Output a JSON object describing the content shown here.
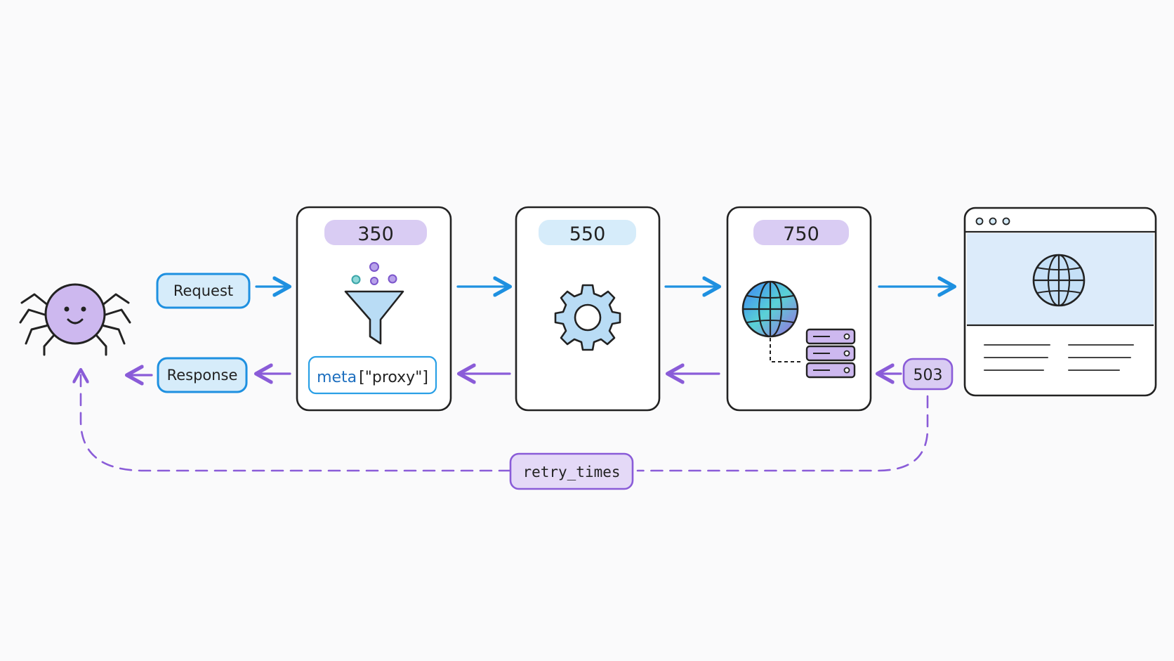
{
  "labels": {
    "request": "Request",
    "response": "Response",
    "retry": "retry_times",
    "status": "503"
  },
  "stages": [
    {
      "priority": "350",
      "icon": "funnel-icon"
    },
    {
      "priority": "550",
      "icon": "gear-icon"
    },
    {
      "priority": "750",
      "icon": "globe-server-icon"
    }
  ],
  "meta_tag": {
    "keyword": "meta",
    "open": "[",
    "key": "\"proxy\"",
    "close": "]"
  },
  "icons": {
    "spider": "spider-icon",
    "browser": "browser-window-icon",
    "globe": "globe-icon"
  },
  "colors": {
    "blue": "#1e90e0",
    "purple": "#8a5cd8",
    "lavender_fill": "#d9ccf3",
    "light_blue_fill": "#d6ecfa",
    "ink": "#222222"
  }
}
